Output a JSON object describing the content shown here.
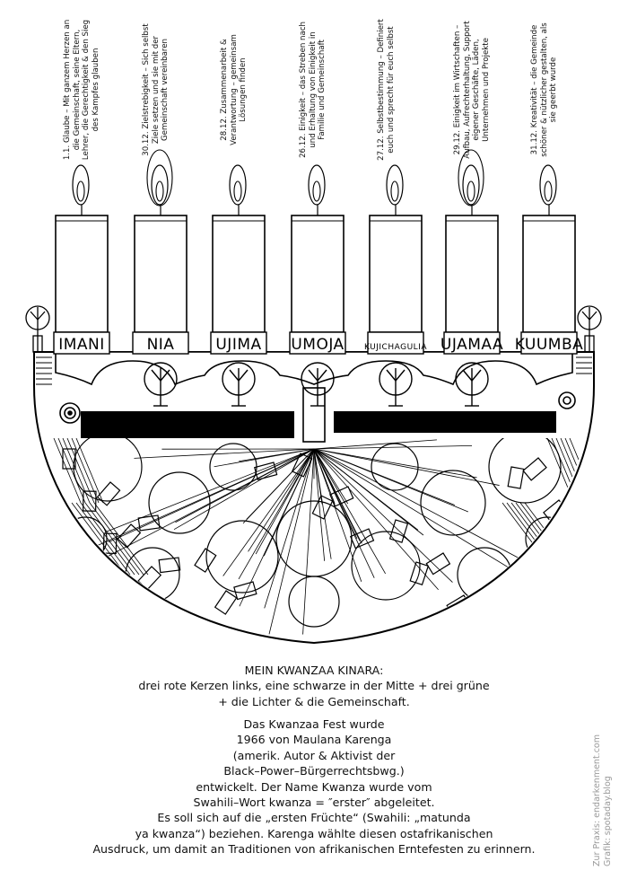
{
  "principles": [
    {
      "day": "1.1.",
      "text": "Glaube – Mit ganzem Herzen an die Gemeinschaft, seine Eltern, Lehrer, die Gerechtigkeit & den Sieg des Kampfes glauben",
      "name": "IMANI"
    },
    {
      "day": "30.12.",
      "text": "Zielstrebigkeit – Sich selbst Ziele setzen und sie mit der Gemeinschaft vereinbaren",
      "name": "NIA"
    },
    {
      "day": "28.12.",
      "text": "Zusammenarbeit & Verantwortung – gemeinsam Lösungen finden",
      "name": "UJIMA"
    },
    {
      "day": "26.12.",
      "text": "Einigkeit – das Streben nach und Erhaltung von Einigkeit in Familie und Gemeinschaft",
      "name": "UMOJA"
    },
    {
      "day": "27.12.",
      "text": "Selbstbestimmung – Definiert euch und sprecht für euch selbst",
      "name": "KUJICHAGULIA"
    },
    {
      "day": "29.12.",
      "text": "Einigkeit im Wirtschaften – Aufbau, Aufrechterhaltung, Support eigener Geschäfte, Läden, Unternehmen und Projekte",
      "name": "UJAMAA"
    },
    {
      "day": "31.12.",
      "text": "Kreativität – die Gemeinde schöner & nützlicher gestalten, als sie geerbt wurde",
      "name": "KUUMBA"
    }
  ],
  "kinara_title": "MEIN KWANZAA KINARA:",
  "kinara_line2": "drei rote Kerzen links, eine schwarze in der Mitte + drei grüne",
  "kinara_line3": "+ die Lichter & die Gemeinschaft.",
  "history": [
    "Das Kwanzaa Fest wurde",
    "1966 von Maulana Karenga",
    "(amerik. Autor & Aktivist der",
    "Black–Power–Bürgerrechtsbwg.)",
    "entwickelt. Der Name Kwanza wurde vom",
    "Swahili–Wort kwanza = ″erster″ abgeleitet.",
    "Es soll sich auf die „ersten Früchte“ (Swahili: „matunda",
    "ya kwanza“) beziehen. Karenga wählte diesen ostafrikanischen",
    "Ausdruck, um damit an Traditionen von afrikanischen Erntefesten zu erinnern."
  ],
  "credit1": "Zur Praxis: endarkenment.com",
  "credit2": "Grafik: spotaday.blog"
}
